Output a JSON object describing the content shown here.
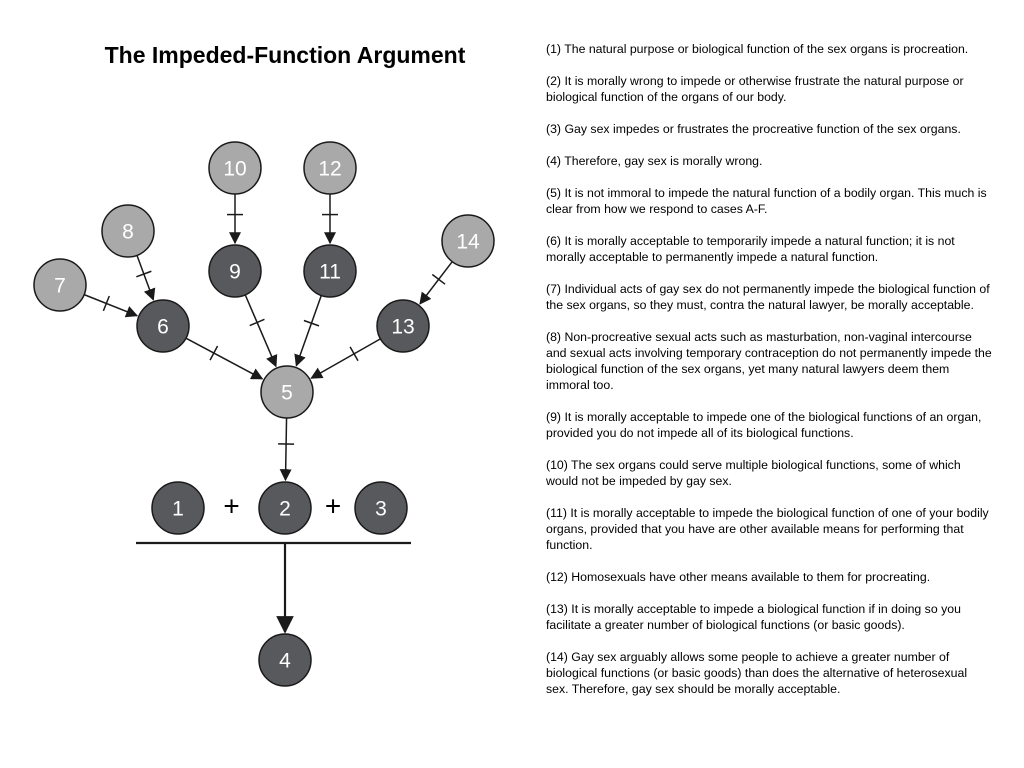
{
  "title": "The Impeded-Function Argument",
  "diagram": {
    "nodes": [
      {
        "id": "1",
        "label": "1",
        "shade": "dark"
      },
      {
        "id": "2",
        "label": "2",
        "shade": "dark"
      },
      {
        "id": "3",
        "label": "3",
        "shade": "dark"
      },
      {
        "id": "4",
        "label": "4",
        "shade": "dark"
      },
      {
        "id": "5",
        "label": "5",
        "shade": "light"
      },
      {
        "id": "6",
        "label": "6",
        "shade": "dark"
      },
      {
        "id": "7",
        "label": "7",
        "shade": "light"
      },
      {
        "id": "8",
        "label": "8",
        "shade": "light"
      },
      {
        "id": "9",
        "label": "9",
        "shade": "dark"
      },
      {
        "id": "10",
        "label": "10",
        "shade": "light"
      },
      {
        "id": "11",
        "label": "11",
        "shade": "dark"
      },
      {
        "id": "12",
        "label": "12",
        "shade": "light"
      },
      {
        "id": "13",
        "label": "13",
        "shade": "dark"
      },
      {
        "id": "14",
        "label": "14",
        "shade": "light"
      }
    ],
    "objections": [
      {
        "from": "7",
        "to": "6"
      },
      {
        "from": "8",
        "to": "6"
      },
      {
        "from": "10",
        "to": "9"
      },
      {
        "from": "12",
        "to": "11"
      },
      {
        "from": "14",
        "to": "13"
      },
      {
        "from": "6",
        "to": "5"
      },
      {
        "from": "9",
        "to": "5"
      },
      {
        "from": "11",
        "to": "5"
      },
      {
        "from": "13",
        "to": "5"
      },
      {
        "from": "5",
        "to": "2"
      }
    ],
    "linked_premises": [
      "1",
      "2",
      "3"
    ],
    "plus_label": "+",
    "conclusion": "4",
    "colors": {
      "light": "#a9a9a9",
      "dark": "#58595c",
      "stroke": "#1a1a1a"
    }
  },
  "premises": [
    "(1) The natural purpose or biological function of the sex organs is procreation.",
    "(2) It is morally wrong to impede or otherwise frustrate the natural purpose or biological function of the organs of our body.",
    "(3) Gay sex impedes or frustrates the procreative function of the sex organs.",
    "(4) Therefore, gay sex is morally wrong.",
    "(5) It is not immoral to impede the natural function of a bodily organ. This much is clear from how we respond to cases A-F.",
    "(6) It is morally acceptable to temporarily impede a natural function; it is not morally acceptable to permanently impede a natural function.",
    "(7) Individual acts of gay sex do not permanently impede the biological function of the sex organs, so they must, contra the natural lawyer, be morally acceptable.",
    "(8) Non-procreative sexual acts such as masturbation, non-vaginal intercourse and sexual acts involving temporary contraception do not permanently impede the biological function of the sex organs, yet many natural lawyers deem them immoral too.",
    "(9) It is morally acceptable to impede one of the biological functions of an organ, provided you do not impede all of its biological functions.",
    "(10) The sex organs could serve multiple biological functions, some of which would not be impeded by gay sex.",
    "(11) It is morally acceptable to impede the biological function of one of your bodily organs, provided that you have are other available means for performing that function.",
    "(12) Homosexuals have other means available to them for procreating.",
    "(13) It is morally acceptable to impede a biological function if in doing so you facilitate a greater number of biological functions (or basic goods).",
    "(14) Gay sex arguably allows some people to achieve a greater number of biological functions (or basic goods) than does the alternative of heterosexual sex. Therefore, gay sex should be morally acceptable."
  ]
}
